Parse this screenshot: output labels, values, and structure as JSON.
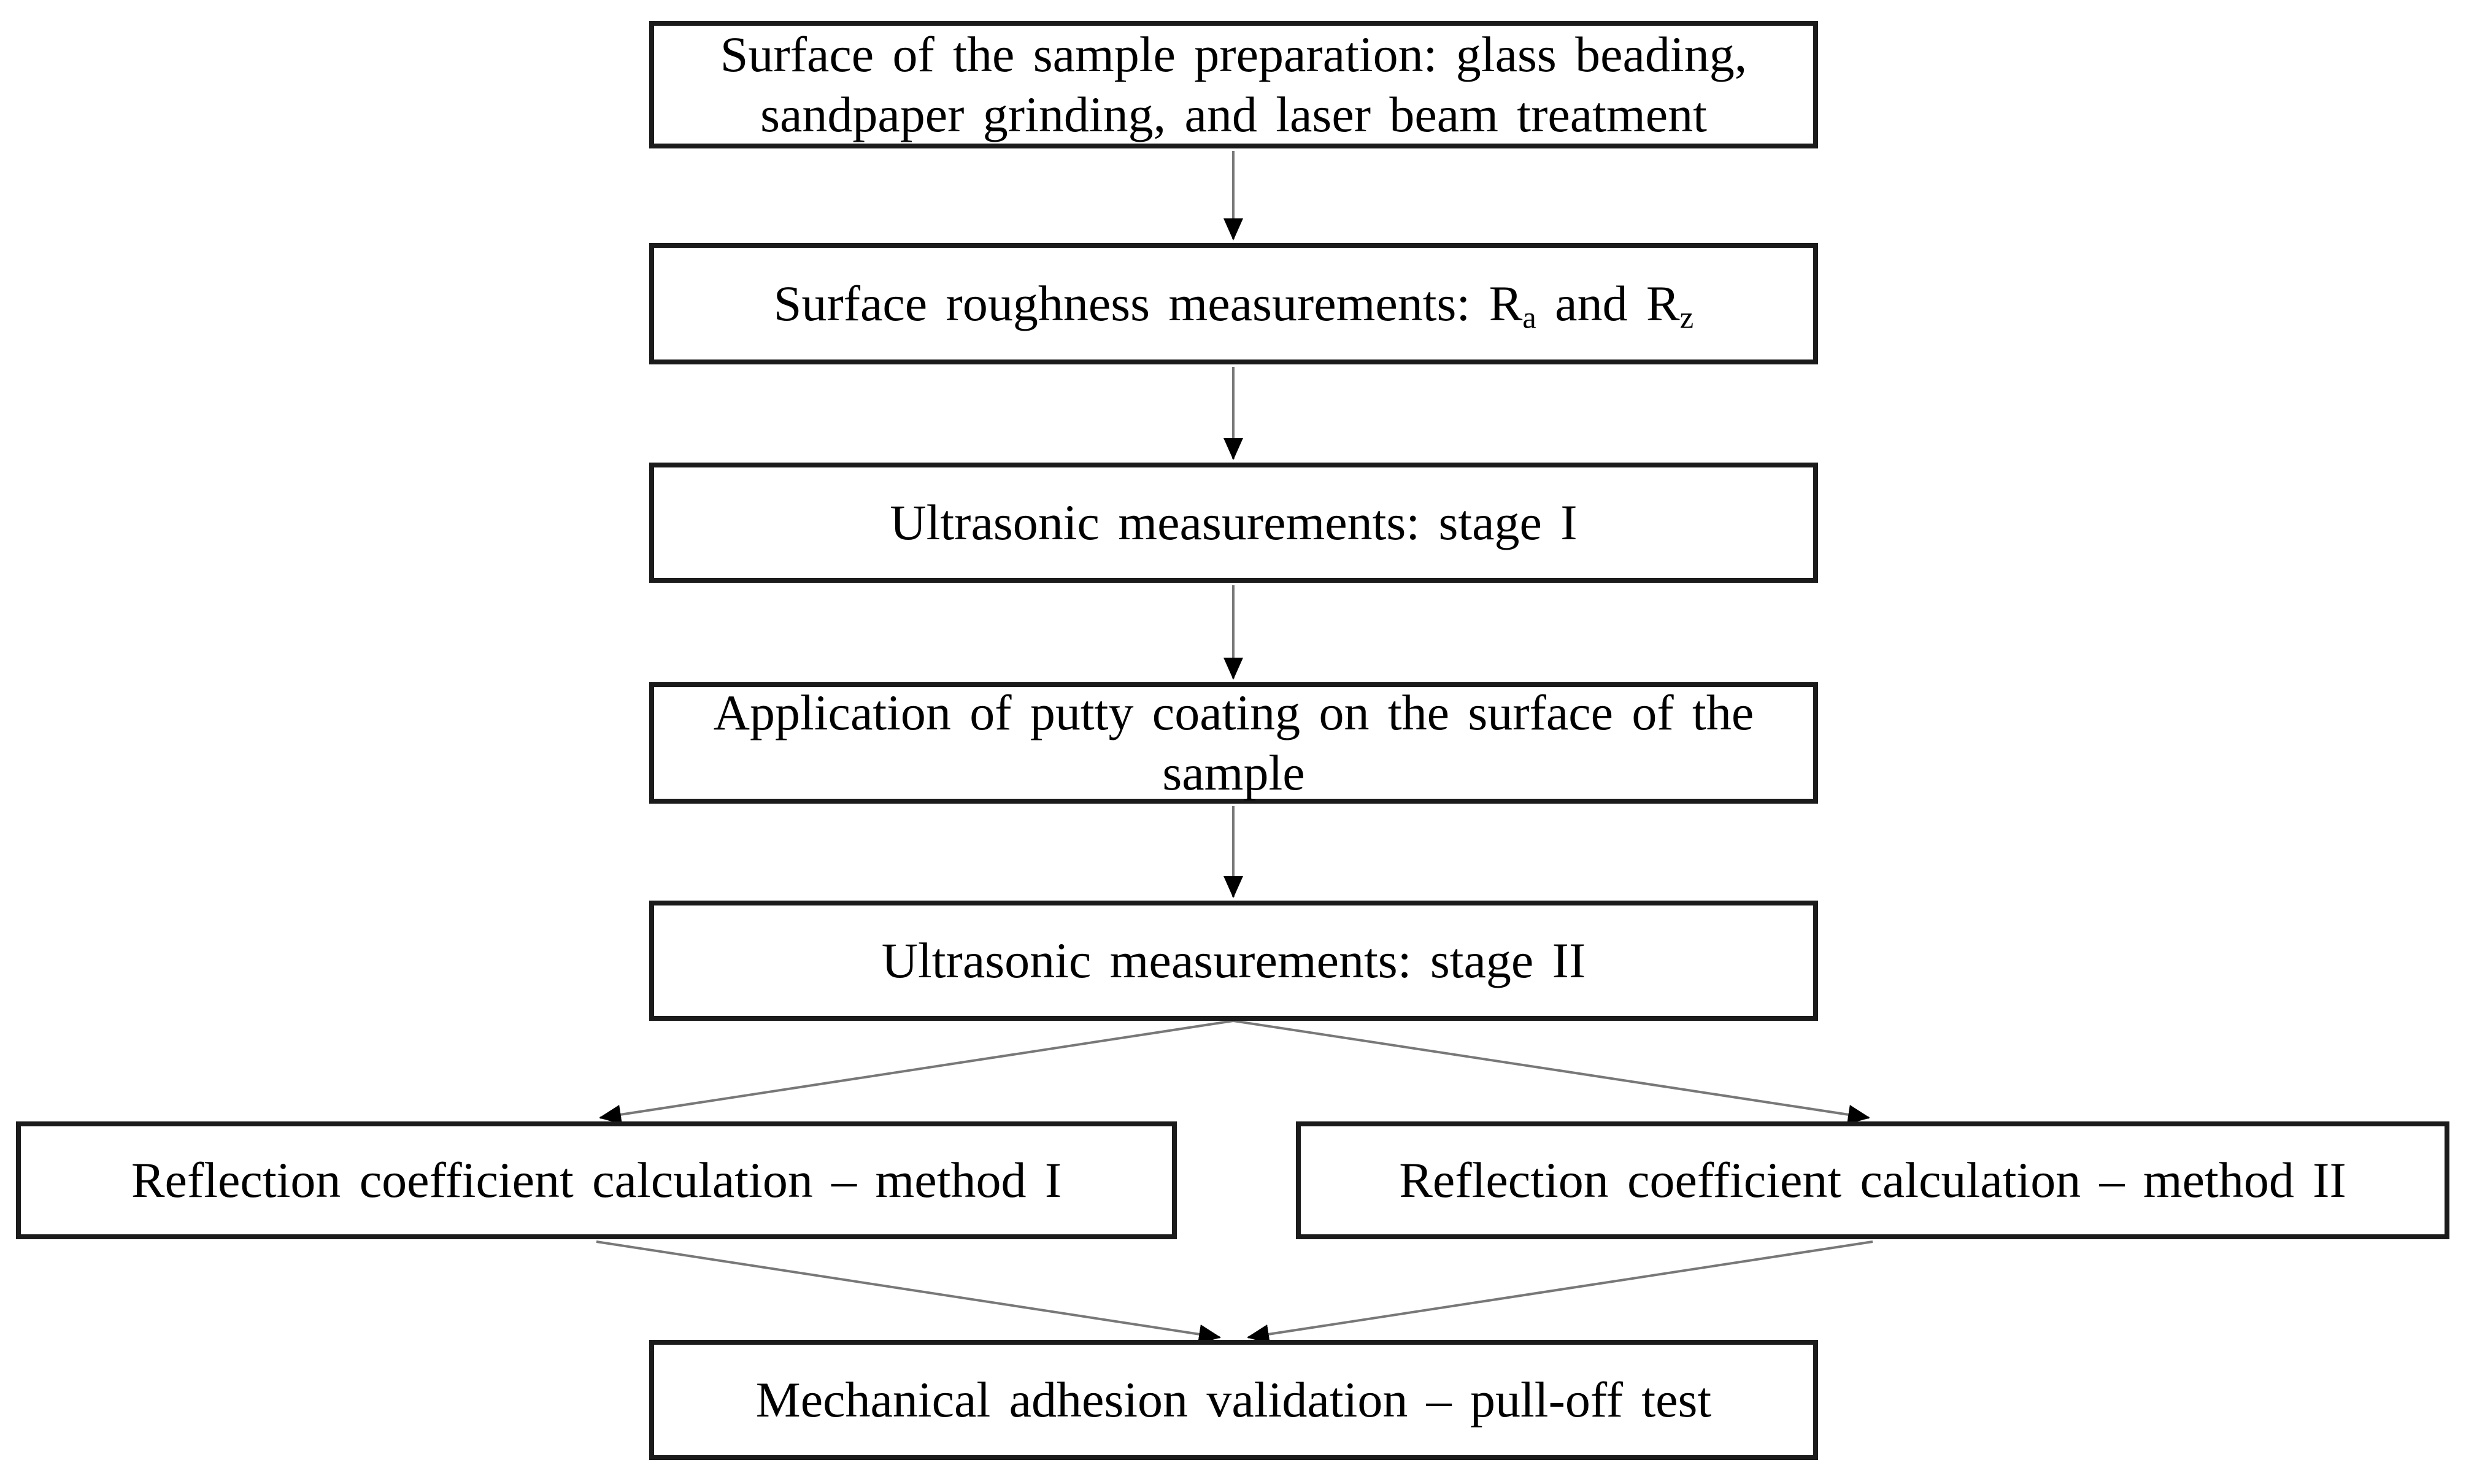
{
  "palette": {
    "background": "#ffffff",
    "box_fill": "#ffffff",
    "box_border": "#1b1b1b",
    "connector_line": "#787878",
    "arrowhead": "#000000",
    "text": "#000000"
  },
  "flowchart": {
    "steps": [
      {
        "id": "surface-preparation",
        "line1": "Surface of the sample preparation: glass beading,",
        "line2": "sandpaper grinding, and laser beam treatment"
      },
      {
        "id": "roughness-measurements",
        "prefix": "Surface roughness measurements: R",
        "sub_a": "a",
        "mid": " and R",
        "sub_z": "z"
      },
      {
        "id": "ultrasonic-stage-1",
        "label": "Ultrasonic measurements: stage I"
      },
      {
        "id": "putty-application",
        "line1": "Application of putty coating on the surface of the",
        "line2": "sample"
      },
      {
        "id": "ultrasonic-stage-2",
        "label": "Ultrasonic measurements: stage II"
      },
      {
        "id": "reflection-method-1",
        "label": "Reflection coefficient calculation – method I"
      },
      {
        "id": "reflection-method-2",
        "label": "Reflection coefficient calculation – method II"
      },
      {
        "id": "pull-off-validation",
        "label": "Mechanical adhesion validation – pull-off test"
      }
    ]
  }
}
